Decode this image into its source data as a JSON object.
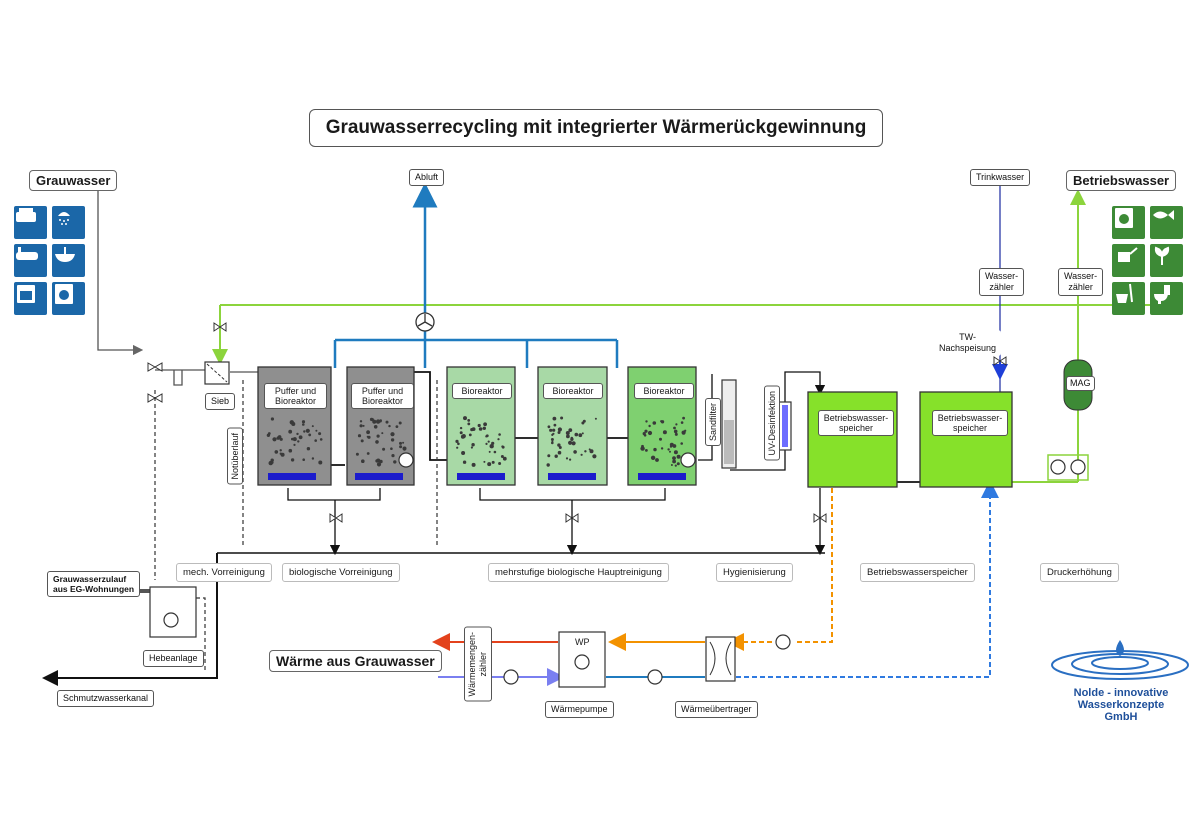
{
  "title": "Grauwasserrecycling mit integrierter Wärmerückgewinnung",
  "colors": {
    "blue_pipe": "#1f7bbf",
    "green_pipe": "#8cd43c",
    "grey_tank": "#8f8f8f",
    "green_light": "#a8d9a6",
    "green_mid": "#7fd070",
    "storage_green": "#86e12a",
    "icon_blue": "#1b67a8",
    "icon_green": "#3d8a36",
    "hot_orange": "#f39200",
    "warm_red": "#e3421c",
    "cold_blue": "#7a7ff0",
    "dashed_blue": "#2f7ae0"
  },
  "left_panel": {
    "heading": "Grauwasser",
    "icons": [
      "dishwasher-icon",
      "shower-icon",
      "bathtub-icon",
      "sink-icon",
      "oven-icon",
      "washing-machine-icon"
    ]
  },
  "right_panel": {
    "heading": "Betriebswasser",
    "icons": [
      "washing-machine-icon",
      "fish-icon",
      "watering-can-icon",
      "plant-icon",
      "cleaning-bucket-icon",
      "toilet-icon"
    ]
  },
  "labels": {
    "abluft": "Abluft",
    "trinkwasser": "Trinkwasser",
    "wasserzaehler_1": "Wasser-\nzähler",
    "wasserzaehler_2": "Wasser-\nzähler",
    "tw_nachspeisung": "TW-\nNachspeisung",
    "mag": "MAG",
    "sieb": "Sieb",
    "notueberlauf": "Notüberlauf",
    "sandfilter": "Sandfilter",
    "uv": "UV-Desinfektion",
    "hebeanlage": "Hebeanlage",
    "schmutzwasserkanal": "Schmutzwasserkanal",
    "grauwasserzulauf_1": "Grauwasserzulauf",
    "grauwasserzulauf_2": "aus EG-Wohnungen",
    "waerme_aus_grauwasser": "Wärme aus Grauwasser",
    "waermemengenzaehler": "Wärmemengen-\nzähler",
    "wp": "WP",
    "waermepumpe": "Wärmepumpe",
    "waermeuebertrager": "Wärmeübertrager"
  },
  "tanks": [
    {
      "label": "Puffer und\nBioreaktor"
    },
    {
      "label": "Puffer und\nBioreaktor"
    },
    {
      "label": "Bioreaktor"
    },
    {
      "label": "Bioreaktor"
    },
    {
      "label": "Bioreaktor"
    }
  ],
  "storage": [
    {
      "label": "Betriebswasser-\nspeicher"
    },
    {
      "label": "Betriebswasser-\nspeicher"
    }
  ],
  "stages": [
    "mech. Vorreinigung",
    "biologische Vorreinigung",
    "mehrstufige biologische Hauptreinigung",
    "Hygienisierung",
    "Betriebswasserspeicher",
    "Druckerhöhung"
  ],
  "logo": {
    "line1": "Nolde - innovative",
    "line2": "Wasserkonzepte GmbH"
  }
}
